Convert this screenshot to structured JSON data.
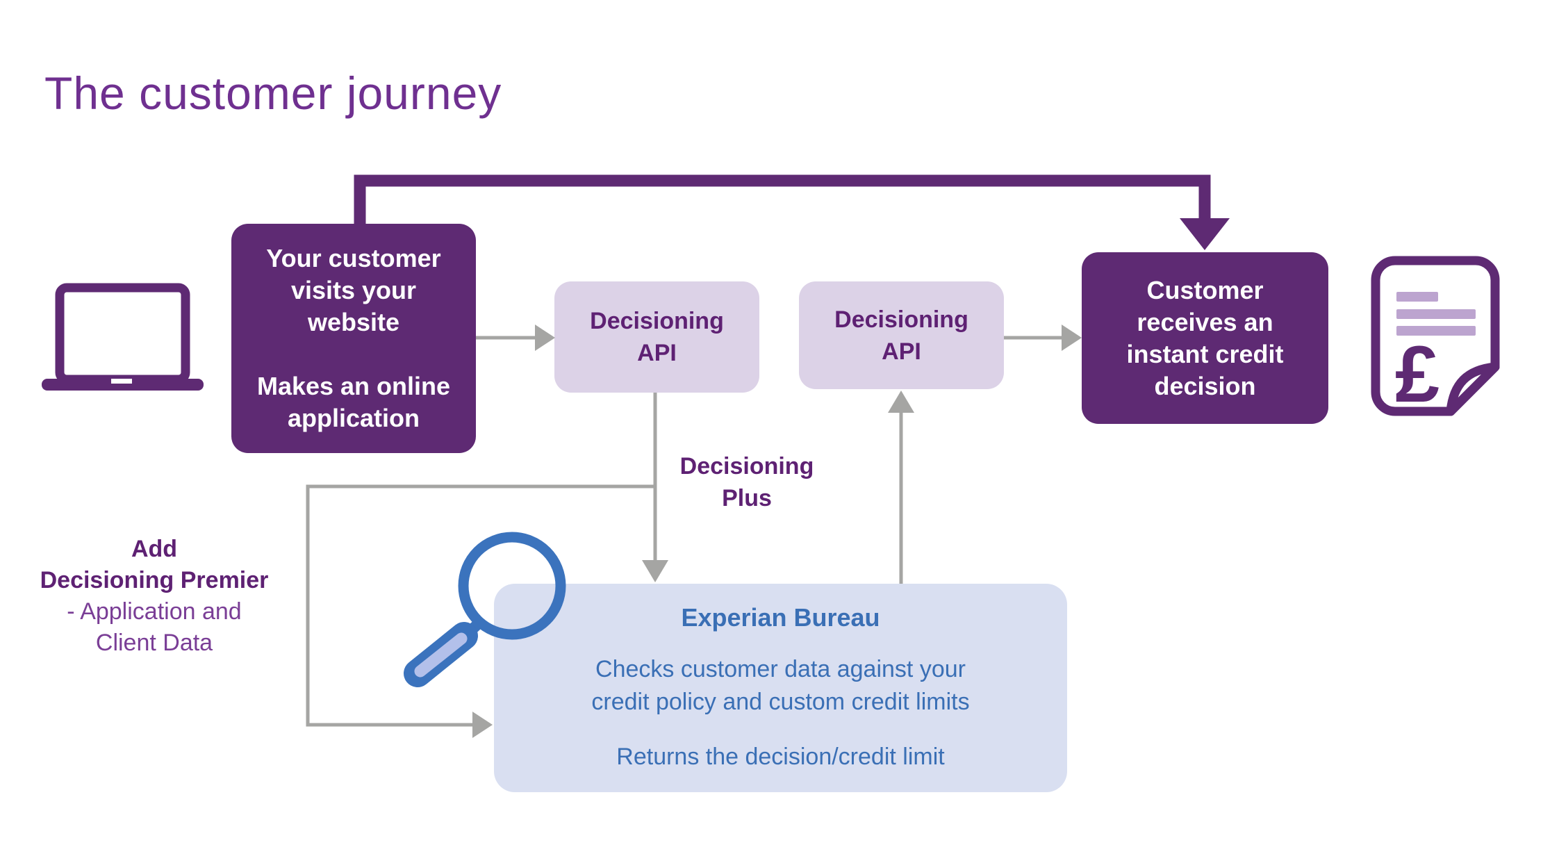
{
  "page": {
    "title": "The customer journey"
  },
  "colors": {
    "dark_purple": "#5E2A73",
    "title_purple": "#6F3090",
    "lavender_box": "#DCD2E7",
    "box_text_purple": "#5E2173",
    "bureau_box_blue": "#D9DFF1",
    "bureau_text_blue": "#3A6FB5",
    "connector_gray": "#A5A5A3",
    "magnifier_blue": "#3B73BD",
    "magnifier_handle_fill": "#B3C0EA",
    "document_line_lavender": "#BCA4CF"
  },
  "nodes": {
    "application": {
      "para1": [
        "Your customer",
        "visits your",
        "website"
      ],
      "para2": [
        "Makes an online",
        "application"
      ]
    },
    "api1": {
      "lines": [
        "Decisioning",
        "API"
      ]
    },
    "api2": {
      "lines": [
        "Decisioning",
        "API"
      ]
    },
    "decision": {
      "lines": [
        "Customer",
        "receives an",
        "instant credit",
        "decision"
      ]
    },
    "bureau": {
      "title": "Experian Bureau",
      "body1": [
        "Checks customer data against your",
        "credit policy and custom credit limits"
      ],
      "body2": [
        "Returns the decision/credit limit"
      ]
    }
  },
  "labels": {
    "decisioning_plus": [
      "Decisioning",
      "Plus"
    ],
    "premier_bold": [
      "Add",
      "Decisioning Premier"
    ],
    "premier_light": [
      "- Application and",
      "Client Data"
    ]
  },
  "icons": {
    "laptop": "laptop-icon",
    "magnifier": "magnifying-glass-icon",
    "document": "credit-document-icon",
    "pound": "£"
  }
}
